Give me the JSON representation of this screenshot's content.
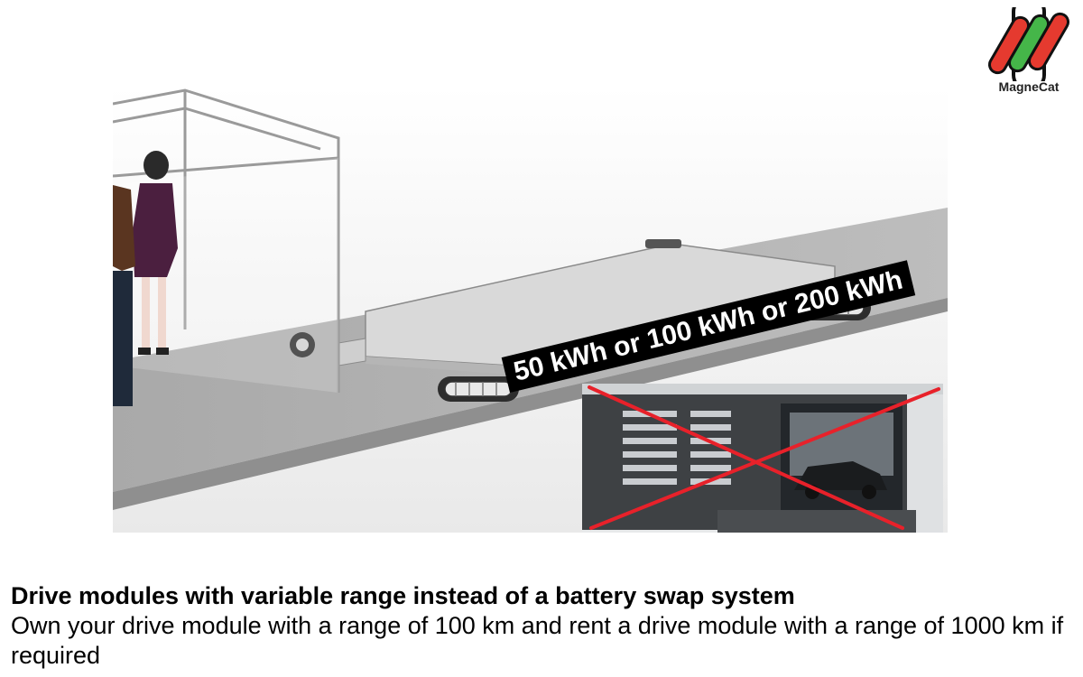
{
  "logo": {
    "brand_name": "MagneCat",
    "stripe_colors": [
      "#e53a2f",
      "#45b649",
      "#e53a2f"
    ]
  },
  "illustration": {
    "capacity_label": "50 kWh or 100 kWh or 200 kWh",
    "inset_crossed_out": true,
    "cross_color": "#e8212a"
  },
  "caption": {
    "heading": "Drive modules with variable range instead of a battery swap system",
    "body": "Own your drive module with a range of 100 km and rent a drive module with a range of 1000 km if required"
  }
}
